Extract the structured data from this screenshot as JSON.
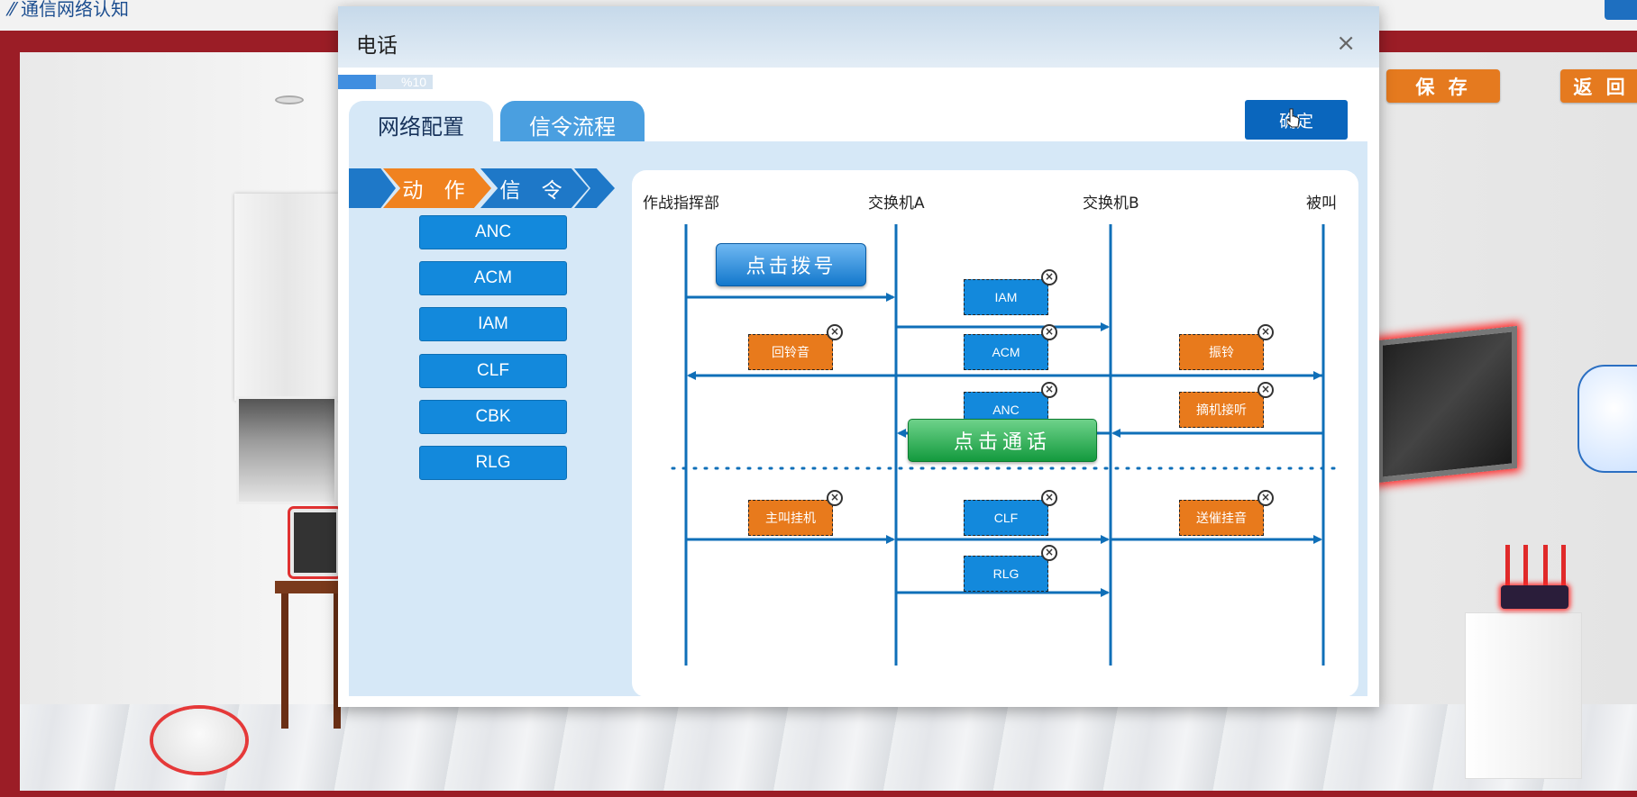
{
  "app": {
    "title": "通信网络认知",
    "save_label": "保 存",
    "back_label": "返 回"
  },
  "modal": {
    "title": "电话",
    "close_label": "×",
    "progress_percent": 10,
    "progress_text": "%10",
    "tabs": [
      {
        "label": "网络配置",
        "active": true
      },
      {
        "label": "信令流程",
        "active": false
      }
    ],
    "confirm_label": "确定"
  },
  "actions": {
    "action_label": "动 作",
    "signal_label": "信 令",
    "signals": [
      "ANC",
      "ACM",
      "IAM",
      "CLF",
      "CBK",
      "RLG"
    ]
  },
  "diagram": {
    "columns": [
      "作战指挥部",
      "交换机A",
      "交换机B",
      "被叫"
    ],
    "dial_label": "点击拨号",
    "talk_label": "点击通话",
    "blue_boxes": [
      "IAM",
      "ACM",
      "ANC",
      "CLF",
      "RLG"
    ],
    "orange_boxes": [
      "回铃音",
      "振铃",
      "摘机接听",
      "主叫挂机",
      "送催挂音"
    ]
  },
  "colors": {
    "accent_blue": "#1389dc",
    "accent_orange": "#e87a1c",
    "talk_green": "#139a3e",
    "frame_red": "#9b1d26"
  }
}
